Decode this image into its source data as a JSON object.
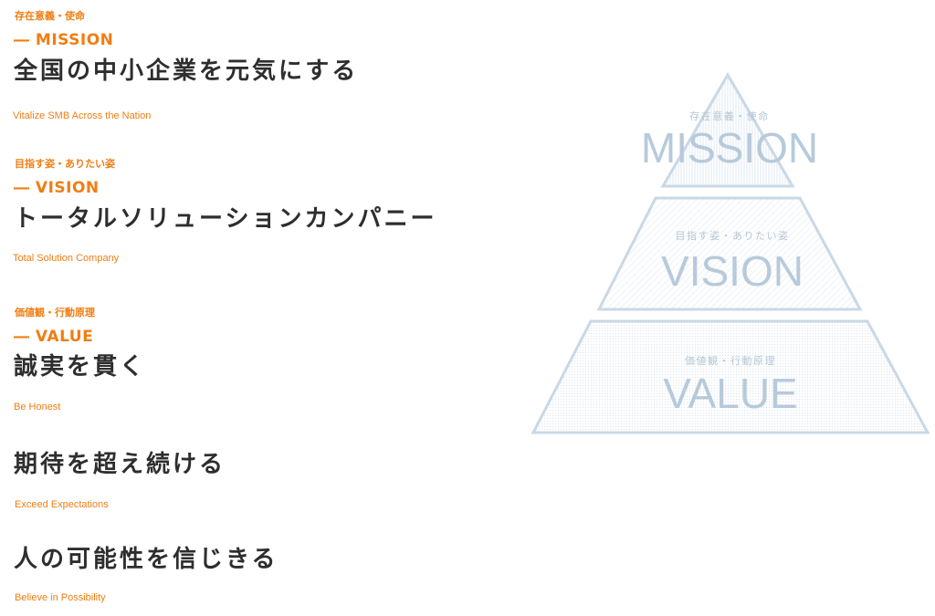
{
  "mission": {
    "tag": "存在意義・使命",
    "label": "― MISSION",
    "heading": "全国の中小企業を元気にする",
    "english": "Vitalize SMB Across the Nation"
  },
  "vision": {
    "tag": "目指す姿・ありたい姿",
    "label": "― VISION",
    "heading": "トータルソリューションカンパニー",
    "english": "Total Solution Company"
  },
  "value": {
    "tag": "価値観・行動原理",
    "label": "― VALUE",
    "items": [
      {
        "heading": "誠実を貫く",
        "english": "Be Honest"
      },
      {
        "heading": "期待を超え続ける",
        "english": "Exceed Expectations"
      },
      {
        "heading": "人の可能性を信じきる",
        "english": "Believe in Possibility"
      }
    ]
  },
  "pyramid": {
    "top": {
      "jp": "存在意義・使命",
      "en": "MISSION"
    },
    "middle": {
      "jp": "目指す姿・ありたい姿",
      "en": "VISION"
    },
    "bottom": {
      "jp": "価値観・行動原理",
      "en": "VALUE"
    }
  },
  "colors": {
    "accent": "#f07e13",
    "heading": "#2e2e2e",
    "pyramid_outline": "#c9d8e6",
    "pyramid_text": "#b7cadb"
  }
}
